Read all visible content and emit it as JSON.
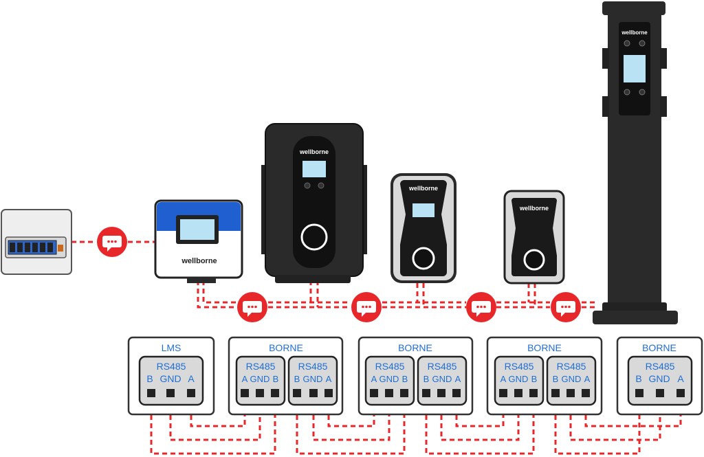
{
  "brand": "wellborne",
  "colors": {
    "wire": "#e8272a",
    "label": "#1f6fd6",
    "device_dark": "#2a2a2a",
    "lms_blue": "#1f5fd0"
  },
  "icons": [
    "chat-bubble-icon",
    "electrical-panel-icon"
  ],
  "boxes": [
    {
      "title": "LMS",
      "blocks": [
        {
          "header": "RS485",
          "pins": [
            "B",
            "GND",
            "A"
          ]
        }
      ]
    },
    {
      "title": "BORNE",
      "blocks": [
        {
          "header": "RS485",
          "pins": [
            "A",
            "GND",
            "B"
          ]
        },
        {
          "header": "RS485",
          "pins": [
            "B",
            "GND",
            "A"
          ]
        }
      ]
    },
    {
      "title": "BORNE",
      "blocks": [
        {
          "header": "RS485",
          "pins": [
            "A",
            "GND",
            "B"
          ]
        },
        {
          "header": "RS485",
          "pins": [
            "B",
            "GND",
            "A"
          ]
        }
      ]
    },
    {
      "title": "BORNE",
      "blocks": [
        {
          "header": "RS485",
          "pins": [
            "A",
            "GND",
            "B"
          ]
        },
        {
          "header": "RS485",
          "pins": [
            "B",
            "GND",
            "A"
          ]
        }
      ]
    },
    {
      "title": "BORNE",
      "blocks": [
        {
          "header": "RS485",
          "pins": [
            "B",
            "GND",
            "A"
          ]
        }
      ]
    }
  ]
}
